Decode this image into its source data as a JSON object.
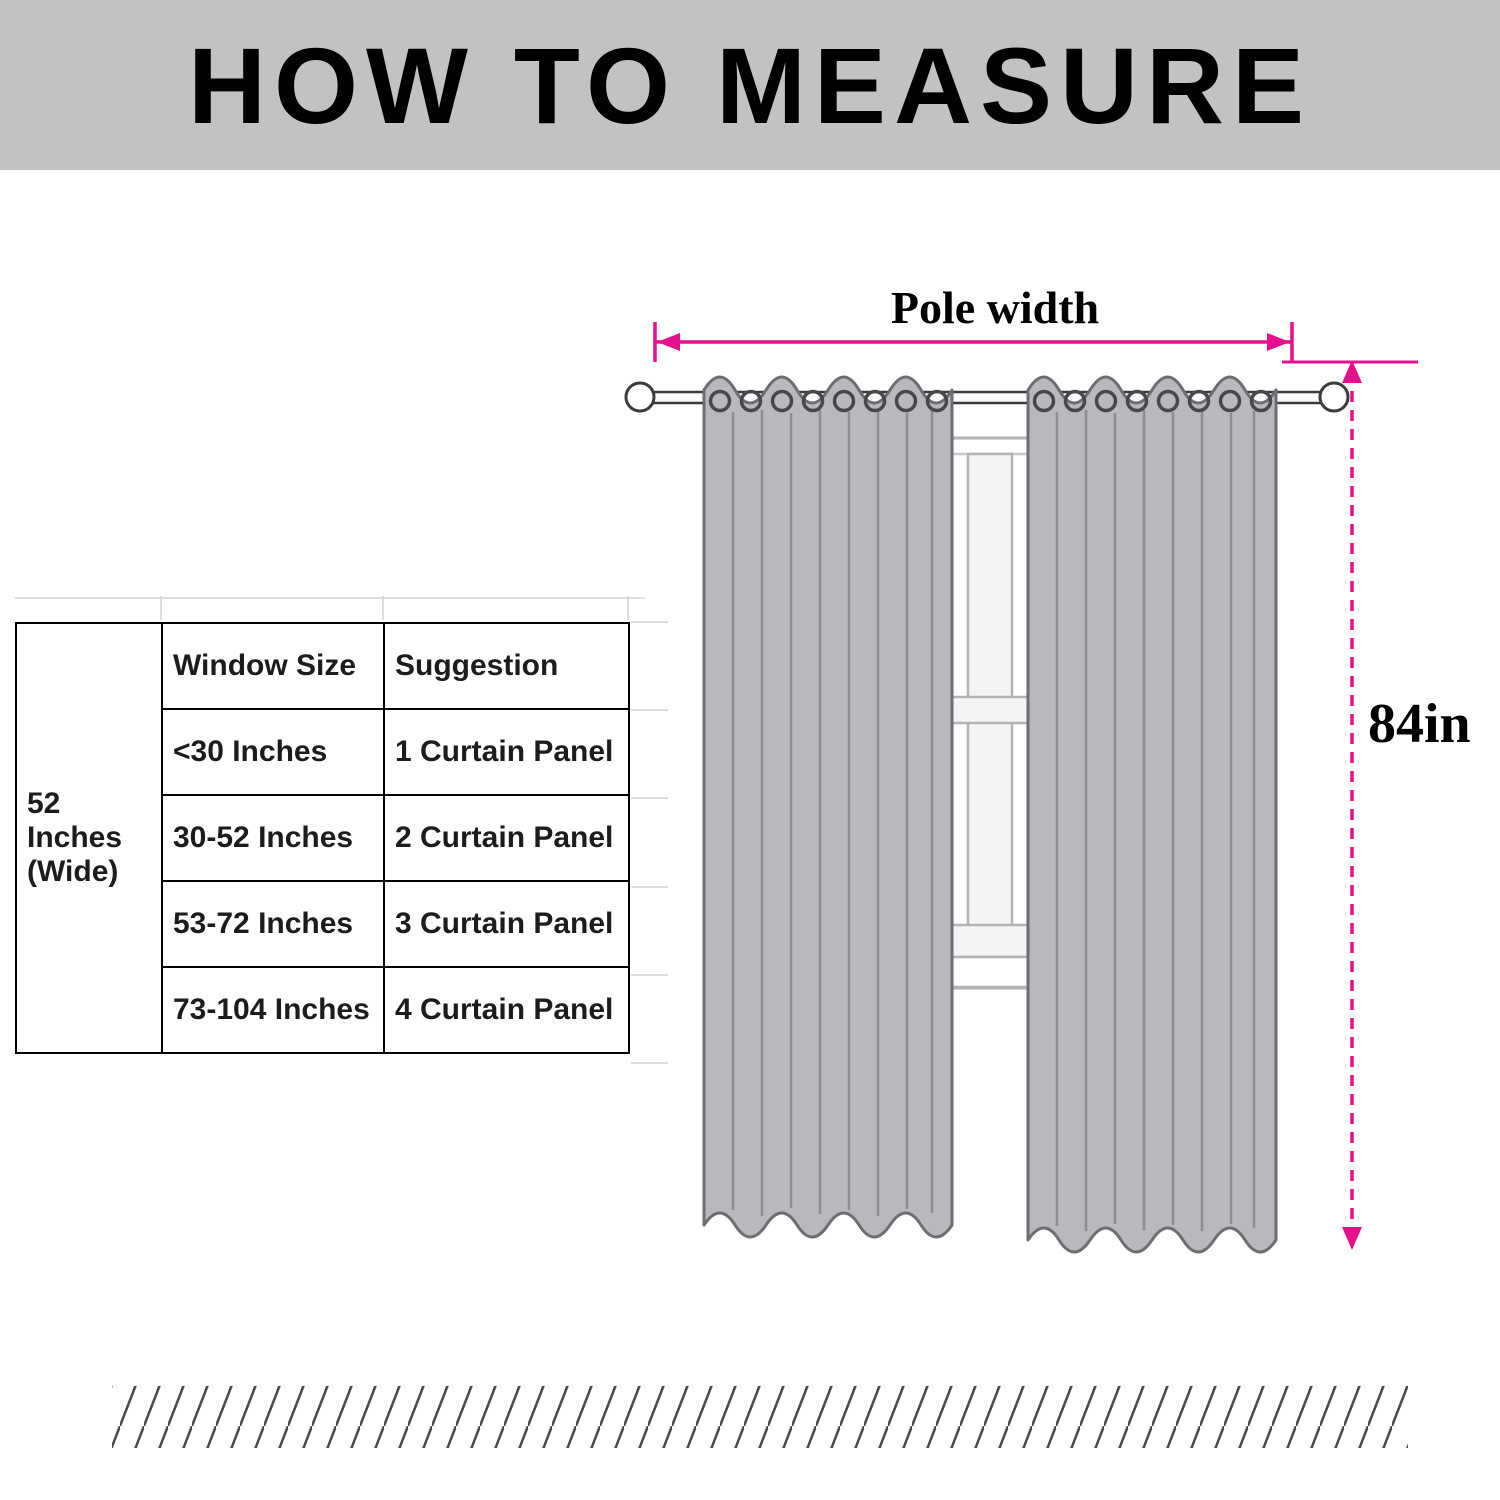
{
  "title": "HOW TO MEASURE",
  "diagram": {
    "pole_width_label": "Pole width",
    "curtain_length_label": "84in"
  },
  "table": {
    "panel_width_label": "52 Inches (Wide)",
    "headers": [
      "Window Size",
      "Suggestion"
    ],
    "rows": [
      {
        "window_size": "<30 Inches",
        "suggestion": "1 Curtain Panel"
      },
      {
        "window_size": "30-52 Inches",
        "suggestion": "2 Curtain Panel"
      },
      {
        "window_size": "53-72 Inches",
        "suggestion": "3 Curtain Panel"
      },
      {
        "window_size": "73-104 Inches",
        "suggestion": "4 Curtain Panel"
      }
    ]
  },
  "colors": {
    "accent_pink": "#e60f8e",
    "banner_gray": "#c2c2c2",
    "curtain_gray": "#b8b8bd"
  }
}
